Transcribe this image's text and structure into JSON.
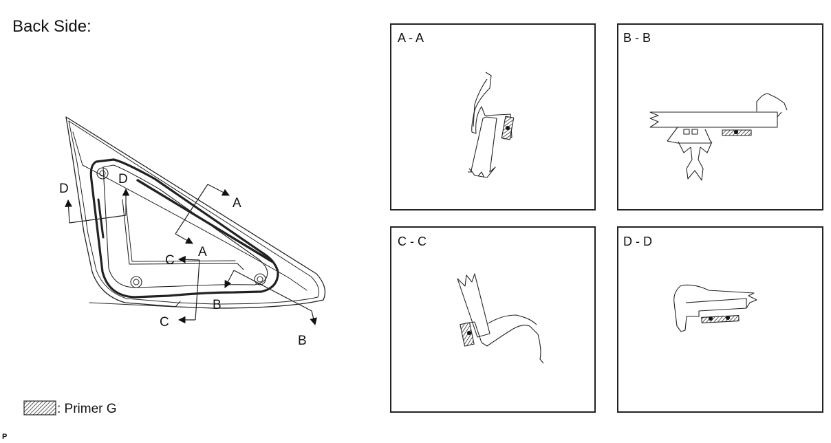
{
  "heading": "Back Side:",
  "main_labels": {
    "a1": "A",
    "a2": "A",
    "b1": "B",
    "b2": "B",
    "c1": "C",
    "c2": "C",
    "d1": "D",
    "d2": "D"
  },
  "panels": {
    "aa": "A - A",
    "bb": "B - B",
    "cc": "C - C",
    "dd": "D - D"
  },
  "legend": {
    "text": ": Primer G"
  },
  "corner_mark": "P"
}
